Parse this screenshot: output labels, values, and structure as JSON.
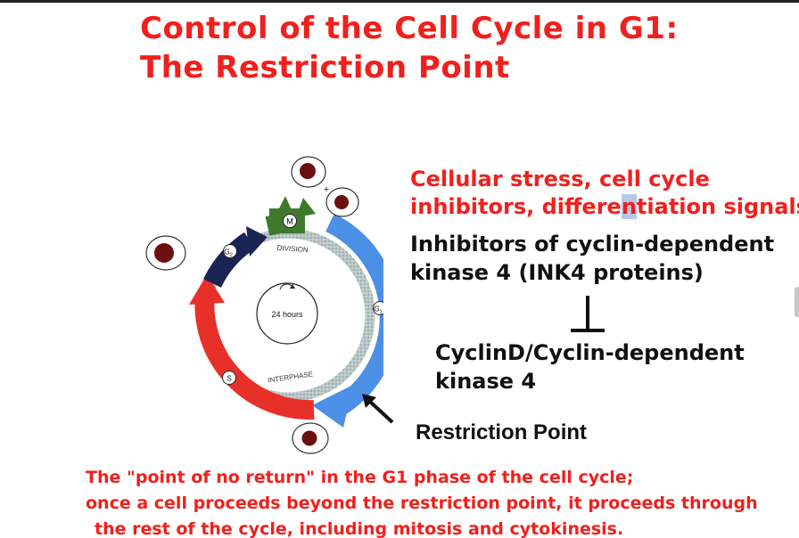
{
  "title": {
    "line1": "Control of the Cell Cycle in G1:",
    "line2": "The Restriction Point"
  },
  "stress_text": {
    "line1": "Cellular stress, cell cycle",
    "line2_a": "inhibitors, differe",
    "line2_highlight": "n",
    "line2_b": "tiation signals"
  },
  "inhibitor_text": {
    "line1": "Inhibitors of cyclin-dependent",
    "line2": "kinase 4 (INK4 proteins)"
  },
  "target_text": {
    "line1": "CyclinD/Cyclin-dependent",
    "line2": "kinase 4"
  },
  "restriction_point_label": "Restriction Point",
  "definition": {
    "line1": "The \"point of no return\" in the G1 phase of the cell cycle;",
    "line2": "once a cell proceeds beyond the restriction point, it proceeds through",
    "line3": "the rest of the cycle, including mitosis and cytokinesis."
  },
  "cycle_diagram": {
    "phase_m": "M",
    "phase_g2": "G",
    "phase_g2_sub": "2",
    "phase_g1": "G",
    "phase_g1_sub": "1",
    "phase_s": "S",
    "division_label": "DIVISION",
    "interphase_label": "INTERPHASE",
    "clock_label": "24 hours",
    "plus_sign": "+",
    "colors": {
      "m_phase": "#3e7a2c",
      "g2_phase": "#1a2452",
      "g1_phase": "#4c8fe6",
      "s_phase": "#e8302a",
      "ring": "#a9b8b8",
      "nucleus": "#6b1010"
    }
  }
}
